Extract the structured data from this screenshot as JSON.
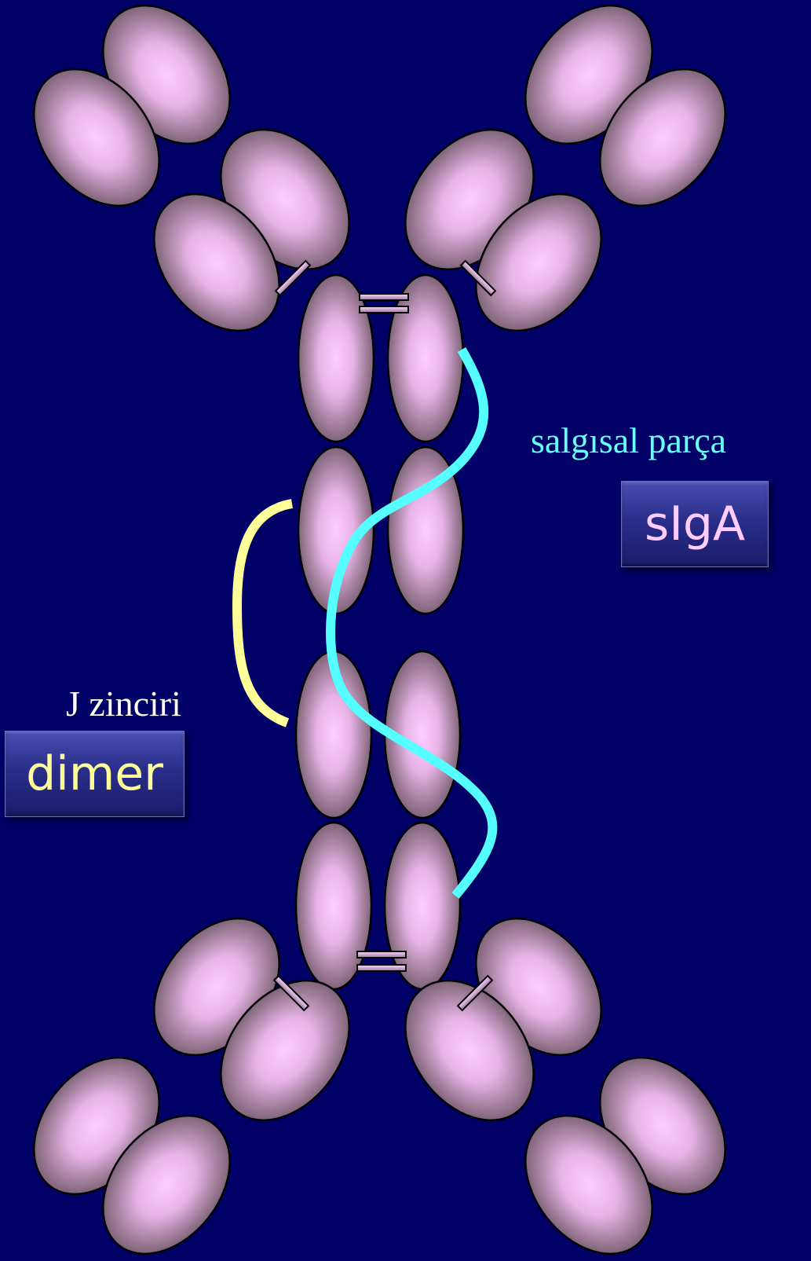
{
  "labels": {
    "secretory_component": "salgısal parça",
    "j_chain": "J zinciri"
  },
  "badges": {
    "siga": "sIgA",
    "dimer": "dimer"
  },
  "colors": {
    "background": "#000066",
    "domain_fill_center": "#ffccff",
    "domain_fill_edge": "#7e6478",
    "secretory_component": "#55ffff",
    "j_chain": "#ffff99",
    "siga_text": "#ffccff",
    "dimer_text": "#ffff99"
  }
}
